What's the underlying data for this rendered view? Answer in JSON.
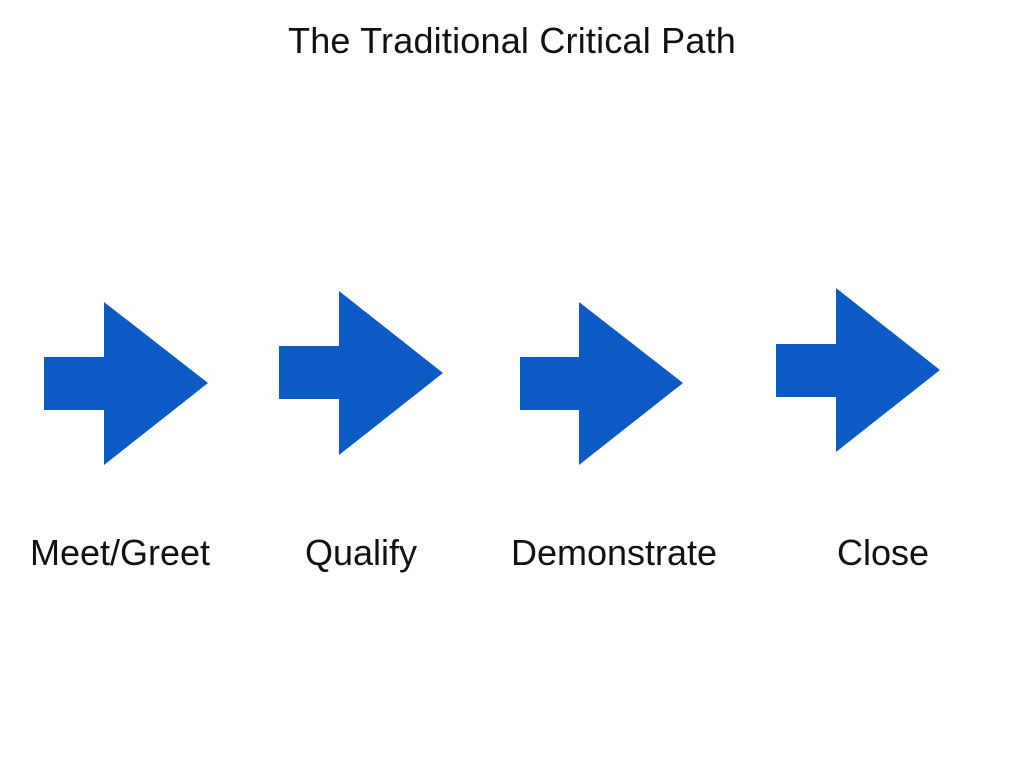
{
  "slide": {
    "title": "The Traditional Critical Path",
    "arrow_color": "#0c5bc4",
    "steps": [
      {
        "label": "Meet/Greet"
      },
      {
        "label": "Qualify"
      },
      {
        "label": "Demonstrate"
      },
      {
        "label": "Close"
      }
    ]
  }
}
